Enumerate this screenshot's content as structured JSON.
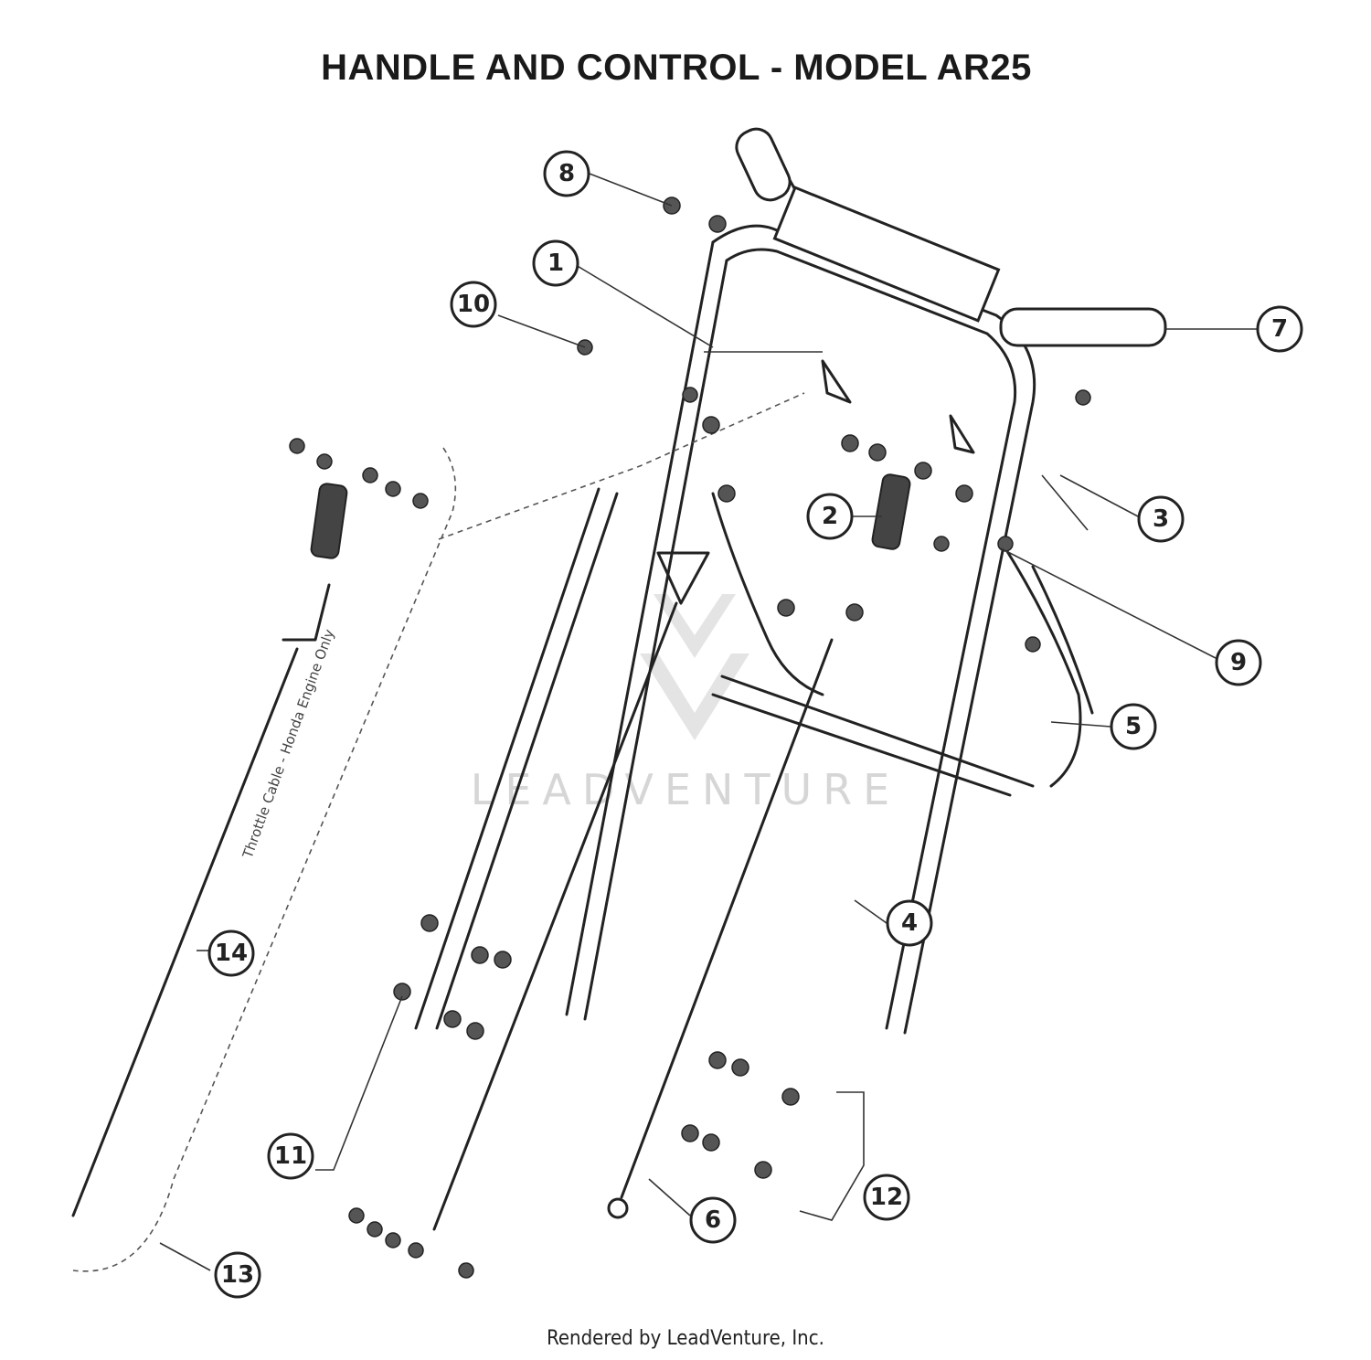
{
  "title": "HANDLE AND CONTROL - MODEL AR25",
  "footer": "Rendered by LeadVenture, Inc.",
  "note": "Throttle Cable - Honda Engine Only",
  "watermark": "LEADVENTURE",
  "callouts": [
    {
      "label": "1"
    },
    {
      "label": "2"
    },
    {
      "label": "3"
    },
    {
      "label": "4"
    },
    {
      "label": "5"
    },
    {
      "label": "6"
    },
    {
      "label": "7"
    },
    {
      "label": "8"
    },
    {
      "label": "9"
    },
    {
      "label": "10"
    },
    {
      "label": "11"
    },
    {
      "label": "12"
    },
    {
      "label": "13"
    },
    {
      "label": "14"
    }
  ]
}
